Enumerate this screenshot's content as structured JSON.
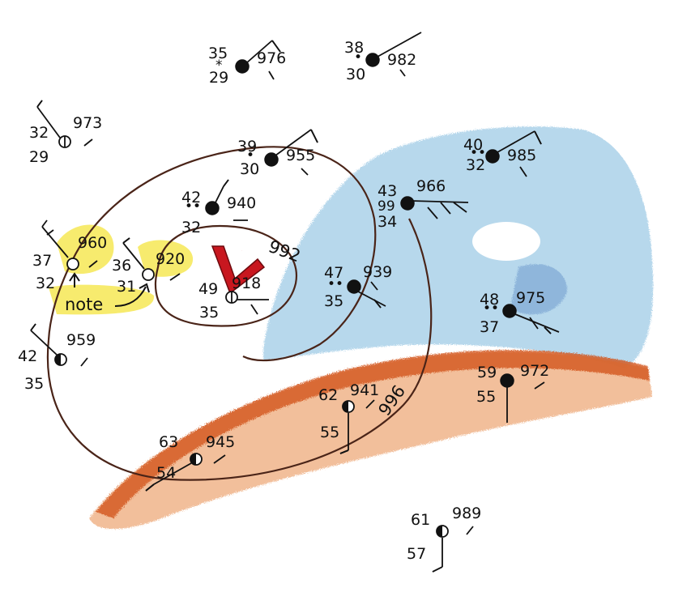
{
  "low_symbol": "L",
  "note_label": "note",
  "isobars": {
    "inner": "992",
    "outer": "996"
  },
  "stations": [
    {
      "id": "s976",
      "temp": "35",
      "dew": "29",
      "pressure": "976",
      "weather": "*",
      "cover": "overcast"
    },
    {
      "id": "s982",
      "temp": "38",
      "dew": "30",
      "pressure": "982",
      "weather": "•",
      "cover": "overcast"
    },
    {
      "id": "s973",
      "temp": "32",
      "dew": "29",
      "pressure": "973",
      "weather": "",
      "cover": "obscured"
    },
    {
      "id": "s955",
      "temp": "39",
      "dew": "30",
      "pressure": "955",
      "weather": "•",
      "cover": "overcast"
    },
    {
      "id": "s985",
      "temp": "40",
      "dew": "32",
      "pressure": "985",
      "weather": "••",
      "cover": "overcast"
    },
    {
      "id": "s940",
      "temp": "42",
      "dew": "32",
      "pressure": "940",
      "weather": "••",
      "cover": "overcast"
    },
    {
      "id": "s966",
      "temp": "43",
      "dew": "34",
      "pressure": "966",
      "weather": "99",
      "cover": "overcast"
    },
    {
      "id": "s960",
      "temp": "37",
      "dew": "32",
      "pressure": "960",
      "weather": "",
      "cover": "clear"
    },
    {
      "id": "s920",
      "temp": "36",
      "dew": "31",
      "pressure": "920",
      "weather": "",
      "cover": "clear"
    },
    {
      "id": "s939",
      "temp": "47",
      "dew": "35",
      "pressure": "939",
      "weather": "••",
      "cover": "overcast"
    },
    {
      "id": "s918",
      "temp": "49",
      "dew": "35",
      "pressure": "918",
      "weather": "",
      "cover": "obscured"
    },
    {
      "id": "s975",
      "temp": "48",
      "dew": "37",
      "pressure": "975",
      "weather": "••",
      "cover": "overcast"
    },
    {
      "id": "s959",
      "temp": "42",
      "dew": "35",
      "pressure": "959",
      "weather": "",
      "cover": "half"
    },
    {
      "id": "s972",
      "temp": "59",
      "dew": "55",
      "pressure": "972",
      "weather": "",
      "cover": "overcast-top"
    },
    {
      "id": "s941",
      "temp": "62",
      "dew": "55",
      "pressure": "941",
      "weather": "",
      "cover": "half"
    },
    {
      "id": "s945",
      "temp": "63",
      "dew": "54",
      "pressure": "945",
      "weather": "",
      "cover": "half"
    },
    {
      "id": "s989",
      "temp": "61",
      "dew": "57",
      "pressure": "989",
      "weather": "",
      "cover": "half"
    }
  ]
}
